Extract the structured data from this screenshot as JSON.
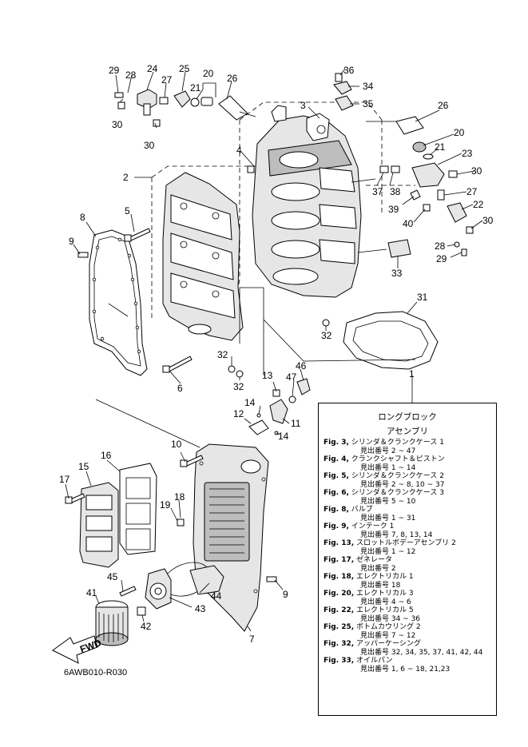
{
  "callouts": [
    "29",
    "28",
    "24",
    "27",
    "25",
    "20",
    "21",
    "26",
    "30",
    "30",
    "36",
    "34",
    "35",
    "3",
    "26",
    "20",
    "21",
    "23",
    "30",
    "4",
    "38",
    "37",
    "27",
    "2",
    "39",
    "22",
    "30",
    "40",
    "5",
    "8",
    "9",
    "28",
    "29",
    "33",
    "31",
    "32",
    "1",
    "32",
    "32",
    "46",
    "47",
    "13",
    "14",
    "11",
    "12",
    "14",
    "6",
    "10",
    "16",
    "15",
    "17",
    "18",
    "19",
    "45",
    "44",
    "41",
    "42",
    "43",
    "9",
    "7"
  ],
  "fwd_label": "FWD",
  "diagram_code": "6AWB010-R030",
  "reference": {
    "title_line1": "ロングブロック",
    "title_line2": "アセンブリ",
    "items": [
      {
        "fig": "Fig. 3,",
        "name": "シリンダ＆クランクケース 1",
        "sub": "見出番号 2 ~ 47"
      },
      {
        "fig": "Fig. 4,",
        "name": "クランクシャフト＆ピストン",
        "sub": "見出番号 1 ~ 14"
      },
      {
        "fig": "Fig. 5,",
        "name": "シリンダ＆クランクケース 2",
        "sub": "見出番号 2 ~ 8, 10 ~ 37"
      },
      {
        "fig": "Fig. 6,",
        "name": "シリンダ＆クランクケース 3",
        "sub": "見出番号 5 ~ 10"
      },
      {
        "fig": "Fig. 8,",
        "name": "バルブ",
        "sub": "見出番号 1 ~ 31"
      },
      {
        "fig": "Fig. 9,",
        "name": "インテーク 1",
        "sub": "見出番号 7, 8, 13, 14"
      },
      {
        "fig": "Fig. 13,",
        "name": "スロットルボデーアセンブリ 2",
        "sub": "見出番号 1 ~ 12"
      },
      {
        "fig": "Fig. 17,",
        "name": "ゼネレータ",
        "sub": "見出番号 2"
      },
      {
        "fig": "Fig. 18,",
        "name": "エレクトリカル 1",
        "sub": "見出番号 18"
      },
      {
        "fig": "Fig. 20,",
        "name": "エレクトリカル 3",
        "sub": "見出番号 4 ~ 6"
      },
      {
        "fig": "Fig. 22,",
        "name": "エレクトリカル 5",
        "sub": "見出番号 34 ~ 36"
      },
      {
        "fig": "Fig. 25,",
        "name": "ボトムカウリング 2",
        "sub": "見出番号 7 ~ 12"
      },
      {
        "fig": "Fig. 32,",
        "name": "アッパーケーシング",
        "sub": "見出番号 32, 34, 35, 37, 41, 42, 44"
      },
      {
        "fig": "Fig. 33,",
        "name": "オイルパン",
        "sub": "見出番号 1, 6 ~ 18, 21,23"
      }
    ]
  }
}
